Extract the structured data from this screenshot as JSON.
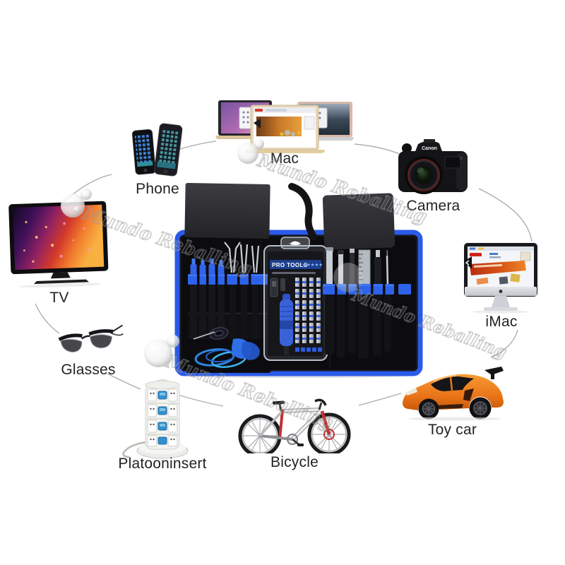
{
  "image": {
    "type": "product-collage",
    "background": "#ffffff"
  },
  "watermark": {
    "text": "Mundo Reballing"
  },
  "center_kit": {
    "name": "roll-up precision repair tool kit",
    "pack_title": "PRO TOOLS",
    "pack_stars": "★★★★★",
    "colors": {
      "case_trim_blue": "#2b5ce8",
      "case_fabric": "#0b0b0d",
      "tool_accent_blue": "#2c63ea",
      "pick_blue": "#2f6fe8",
      "coil_blue": "#35a8e8"
    }
  },
  "devices": {
    "tv": {
      "label": "TV"
    },
    "phone": {
      "label": "Phone"
    },
    "mac": {
      "label": "Mac"
    },
    "camera": {
      "label": "Camera",
      "brand": "Canon"
    },
    "imac": {
      "label": "iMac"
    },
    "toy_car": {
      "label": "Toy car"
    },
    "bicycle": {
      "label": "Bicycle"
    },
    "platooninsert": {
      "label": "Platooninsert"
    },
    "glasses": {
      "label": "Glasses"
    }
  }
}
